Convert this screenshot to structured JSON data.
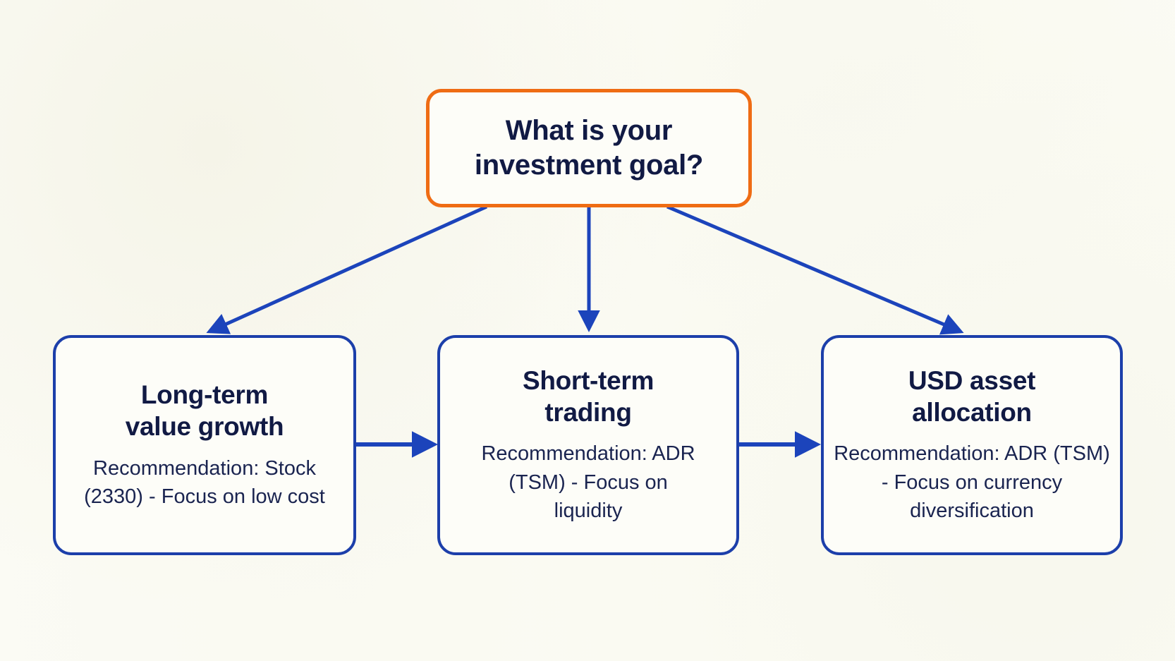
{
  "diagram": {
    "type": "flowchart",
    "background_color": "#fbfbf4",
    "accent_color_root": "#ef6c14",
    "accent_color_nodes": "#1c3faa",
    "text_color": "#111a44",
    "root": {
      "id": "investment-goal",
      "title": "What is your\ninvestment goal?",
      "title_line_1": "What is your",
      "title_line_2": "investment goal?"
    },
    "branches": [
      {
        "id": "long-term-value-growth",
        "title_line_1": "Long-term",
        "title_line_2": "value growth",
        "body": "Recommendation: Stock (2330) - Focus on low cost"
      },
      {
        "id": "short-term-trading",
        "title_line_1": "Short-term",
        "title_line_2": "trading",
        "body": "Recommendation: ADR (TSM) - Focus on liquidity"
      },
      {
        "id": "usd-asset-allocation",
        "title_line_1": "USD asset",
        "title_line_2": "allocation",
        "body": "Recommendation: ADR (TSM) - Focus on currency diversification"
      }
    ],
    "edges": [
      {
        "id": "root-to-long-term",
        "from": "investment-goal",
        "to": "long-term-value-growth",
        "style": "diagonal-arrow"
      },
      {
        "id": "root-to-short-term",
        "from": "investment-goal",
        "to": "short-term-trading",
        "style": "vertical-arrow"
      },
      {
        "id": "root-to-usd",
        "from": "investment-goal",
        "to": "usd-asset-allocation",
        "style": "diagonal-arrow"
      },
      {
        "id": "long-term-to-short-term",
        "from": "long-term-value-growth",
        "to": "short-term-trading",
        "style": "horizontal-arrow"
      },
      {
        "id": "short-term-to-usd",
        "from": "short-term-trading",
        "to": "usd-asset-allocation",
        "style": "horizontal-arrow"
      }
    ]
  }
}
